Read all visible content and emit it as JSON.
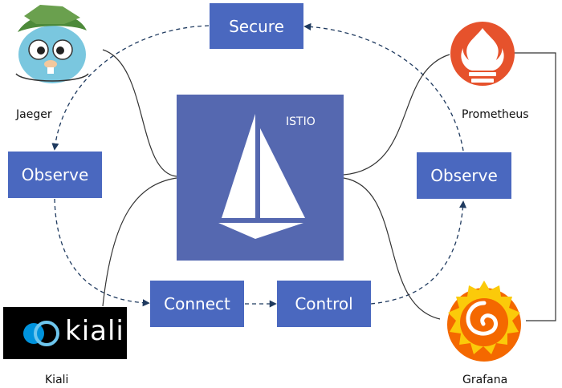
{
  "nodes": {
    "secure": "Secure",
    "observe_left": "Observe",
    "observe_right": "Observe",
    "connect": "Connect",
    "control": "Control",
    "istio": "ISTIO"
  },
  "logos": {
    "jaeger": "Jaeger",
    "prometheus": "Prometheus",
    "kiali": "Kiali",
    "kiali_wordmark": "kiali",
    "grafana": "Grafana"
  },
  "colors": {
    "box": "#4a68bf",
    "istio": "#5568b0",
    "prometheus": "#e6522c",
    "grafana_orange": "#f46800",
    "grafana_yellow": "#fbca0a",
    "gopher": "#7ac7df",
    "hat": "#4d8a3a",
    "kiali_blue": "#0093dd"
  },
  "icons": [
    "gopher-icon",
    "prometheus-flame-icon",
    "kiali-icon",
    "grafana-swirl-icon",
    "istio-sail-icon"
  ]
}
